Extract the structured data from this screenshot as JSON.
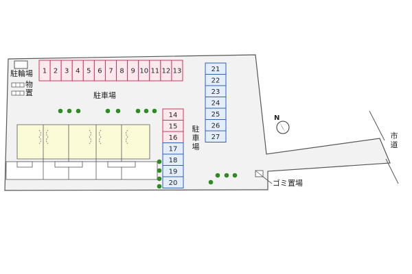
{
  "labels": {
    "bike_parking": "駐輪場",
    "storage": "物",
    "storage2": "置",
    "parking_main": "駐車場",
    "parking_side": [
      "駐",
      "車",
      "場"
    ],
    "garbage": "ゴミ置場",
    "city_road": [
      "市",
      "道"
    ],
    "north": "N"
  },
  "parking": {
    "top_row": [
      "1",
      "2",
      "3",
      "4",
      "5",
      "6",
      "7",
      "8",
      "9",
      "10",
      "11",
      "12",
      "13"
    ],
    "middle_pink": [
      "14",
      "15",
      "16"
    ],
    "middle_blue": [
      "17",
      "18",
      "19",
      "20"
    ],
    "right_column": [
      "21",
      "22",
      "23",
      "24",
      "25",
      "26",
      "27"
    ]
  },
  "colors": {
    "lot": "#f2f2f2",
    "outline": "#555555",
    "pink_fill": "#fde8ee",
    "pink_stroke": "#d0335a",
    "blue_fill": "#e4eefb",
    "blue_stroke": "#2e5fb0",
    "building": "#fbfbd8",
    "tree": "#2e8b22"
  }
}
